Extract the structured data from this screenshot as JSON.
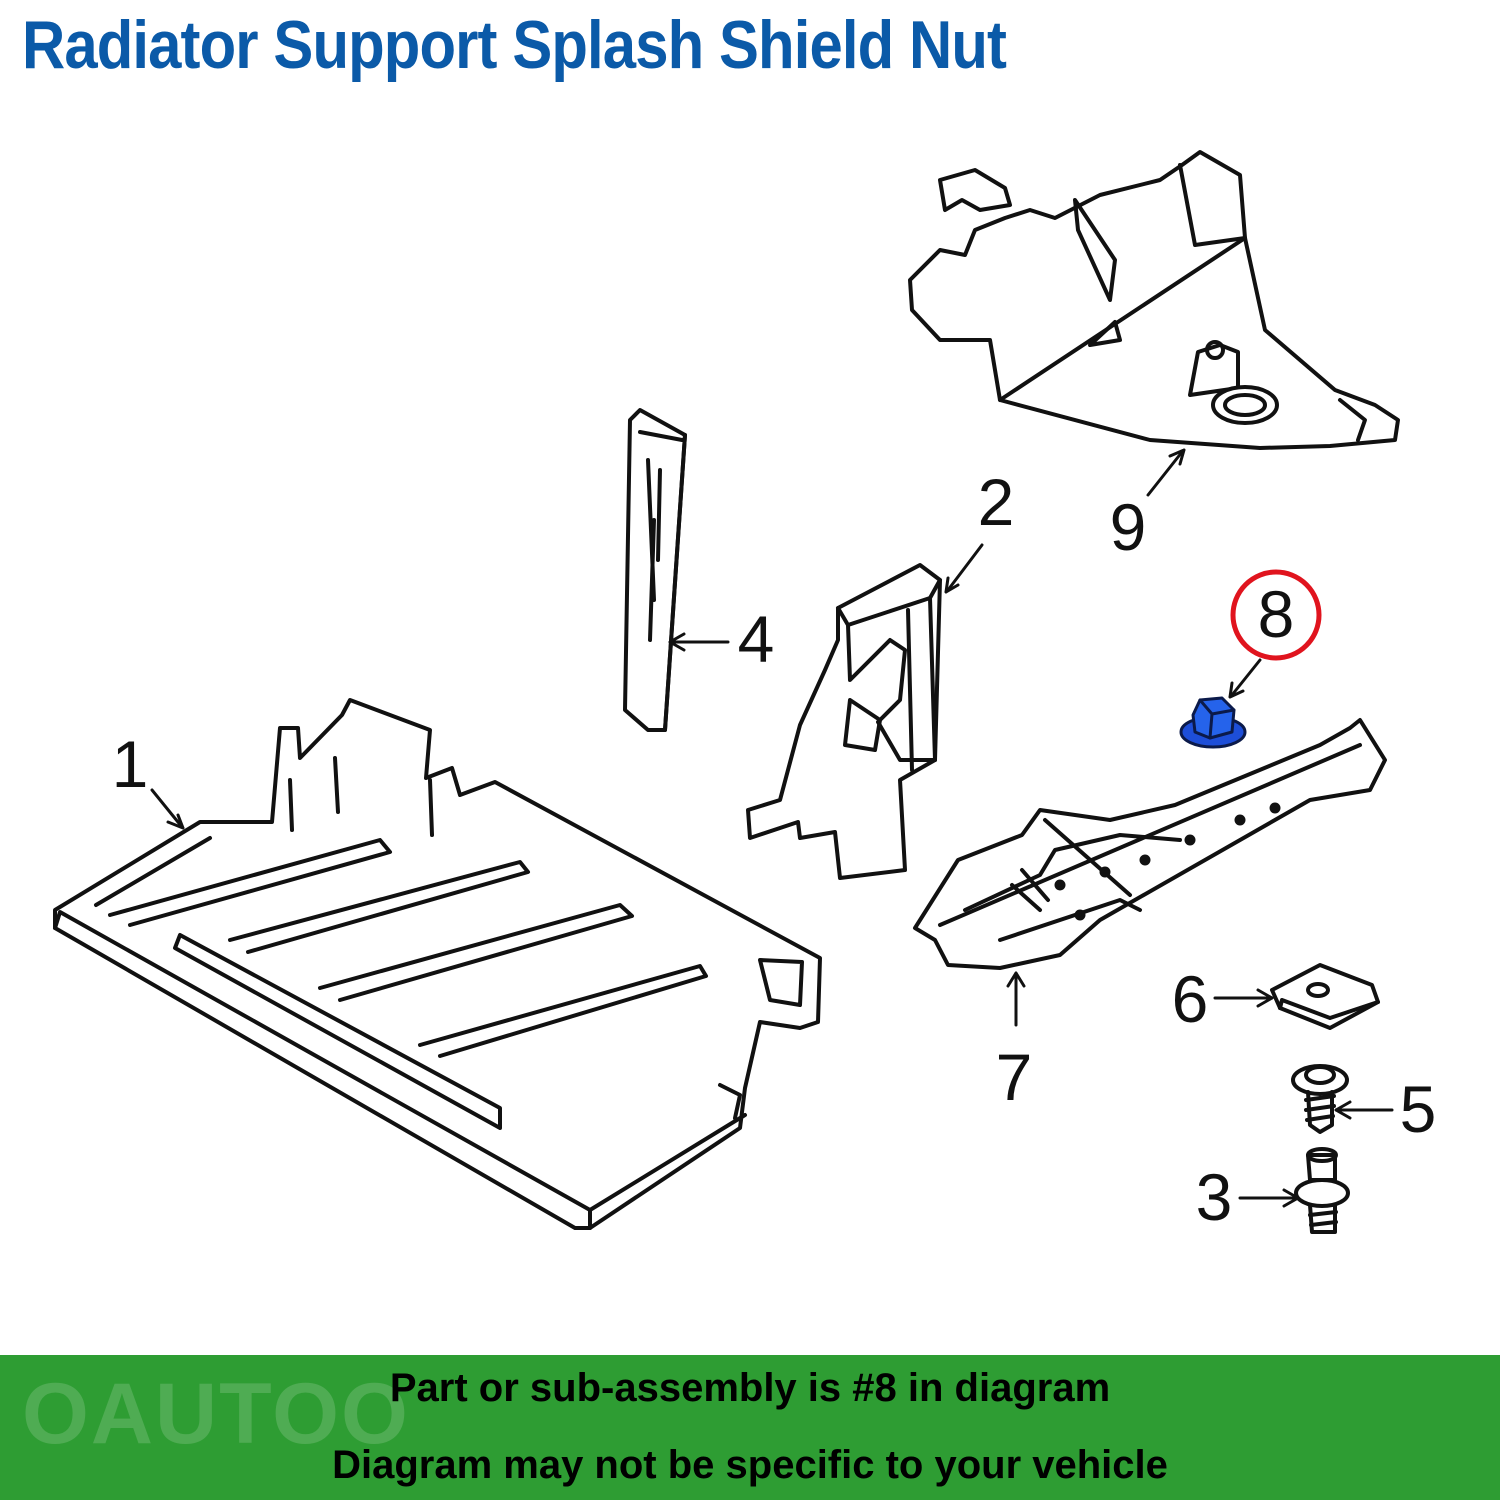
{
  "title": "Radiator Support Splash Shield Nut",
  "callouts": {
    "c1": "1",
    "c2": "2",
    "c3": "3",
    "c4": "4",
    "c5": "5",
    "c6": "6",
    "c7": "7",
    "c8": "8",
    "c9": "9"
  },
  "highlighted_part": "8",
  "colors": {
    "title": "#0b5aa8",
    "highlight_ring": "#e0141e",
    "highlighted_part": "#1d4ed8",
    "banner": "#2e9d33"
  },
  "watermark": "OAUTOO",
  "footer": {
    "line1": "Part or sub-assembly is #8 in diagram",
    "line2": "Diagram may not be specific to your vehicle"
  }
}
